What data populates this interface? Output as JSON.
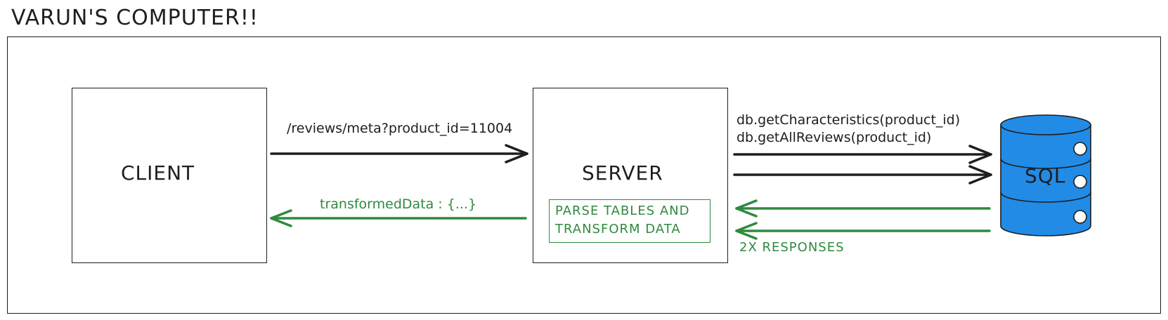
{
  "title": "VARUN'S COMPUTER!!",
  "client": {
    "label": "CLIENT"
  },
  "server": {
    "label": "SERVER",
    "inner_line1": "PARSE TABLES AND",
    "inner_line2": "TRANSFORM DATA"
  },
  "sql": {
    "label": "SQL"
  },
  "request": {
    "label": "/reviews/meta?product_id=11004"
  },
  "db_calls": {
    "line1": "db.getCharacteristics(product_id)",
    "line2": "db.getAllReviews(product_id)"
  },
  "response": {
    "label": "transformedData : {...}"
  },
  "db_responses": {
    "label": "2X RESPONSES"
  },
  "colors": {
    "ink": "#1e1e1e",
    "green": "#2f8a3e",
    "db_blue": "#228be6"
  }
}
